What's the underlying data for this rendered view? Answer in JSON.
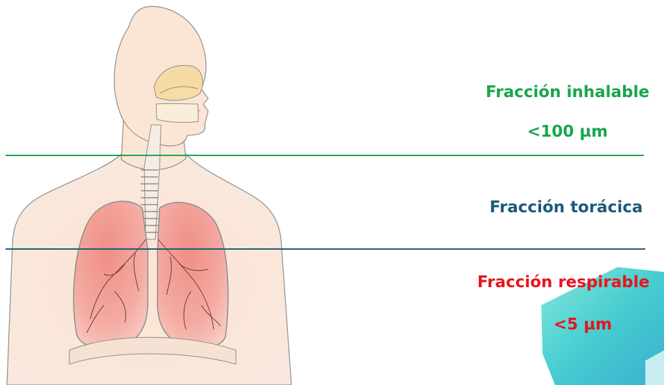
{
  "labels": {
    "inhalable": "Fracción inhalable",
    "inhalable_size": "<100 µm",
    "thoracic": "Fracción torácica",
    "respirable": "Fracción respirable",
    "respirable_size": "<5 µm"
  },
  "colors": {
    "inhalable": "#1aa64b",
    "thoracic": "#1b5b78",
    "respirable": "#e8151c",
    "skin": "#fbe7d8",
    "skin_outline": "#8c8c8c",
    "lung": "#f19b94",
    "lung_light": "#f8c7bd",
    "nasal": "#f6dca4",
    "accent_teal": "#3ed1cf"
  },
  "icons": {
    "anatomy": "human-respiratory-system-illustration",
    "decoration": "teal-hexagon-shape"
  }
}
